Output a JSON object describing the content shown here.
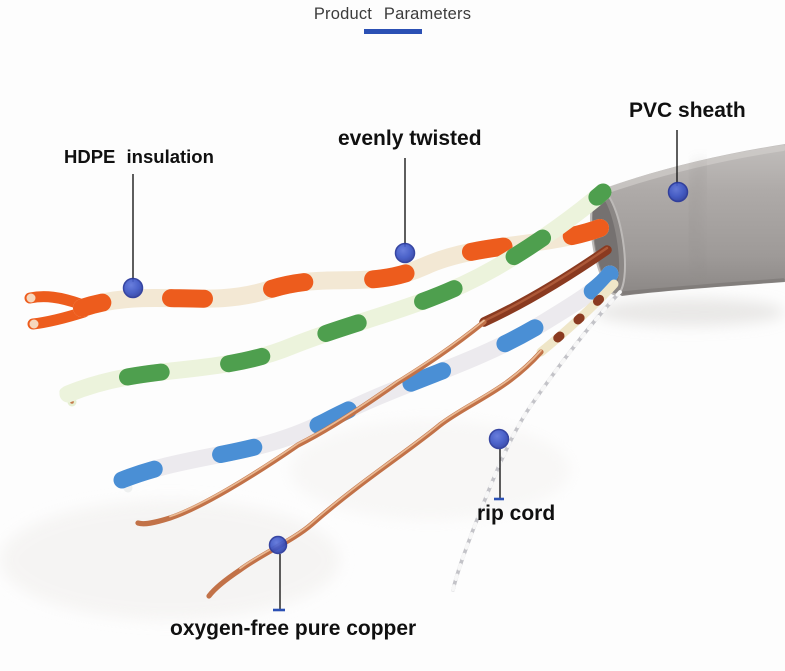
{
  "header": {
    "title": "Product Parameters"
  },
  "labels": {
    "hdpe": "HDPE insulation",
    "twisted": "evenly twisted",
    "pvc": "PVC sheath",
    "rip": "rip cord",
    "copper": "oxygen-free pure copper"
  },
  "colors": {
    "accent_underline": "#2b50b4",
    "marker_dot": "#3c55c5",
    "leader_line": "#1a1a1a",
    "pvc_sheath_gray": "#a8a4a2",
    "wire_orange": "#ed5c1d",
    "wire_green": "#4e9f4e",
    "wire_blue": "#4a8fd5",
    "wire_brown": "#8a3a20",
    "bare_copper": "#c27248",
    "insulation_white": "#f3e8d4",
    "rip_cord_gray": "#c8c8cc"
  }
}
